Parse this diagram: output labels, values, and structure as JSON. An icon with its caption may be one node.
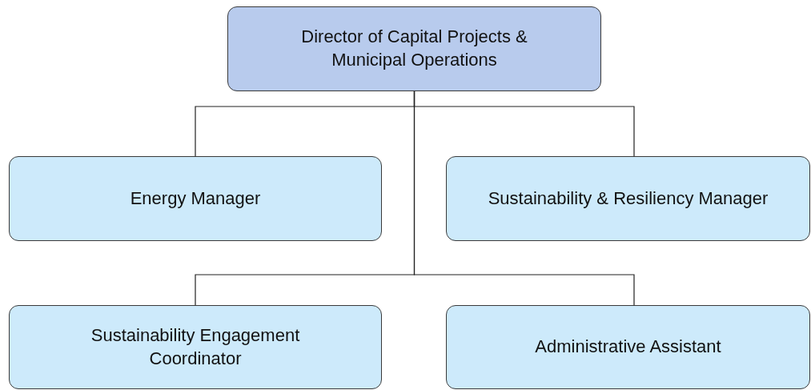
{
  "diagram": {
    "nodes": [
      {
        "text": [
          "Director of Capital Projects & Municipal Operations"
        ]
      },
      {
        "text": [
          "Energy Manager"
        ]
      },
      {
        "text": [
          "Sustainability & Resiliency Manager"
        ]
      },
      {
        "text": [
          "Sustainability Engagement Coordinator"
        ]
      },
      {
        "text": [
          "Administrative Assistant"
        ]
      }
    ],
    "edges": [
      {
        "from": 0,
        "to": 1,
        "arrow": "none"
      },
      {
        "from": 0,
        "to": 2,
        "arrow": "none"
      },
      {
        "from": 0,
        "to": 3,
        "arrow": "none"
      },
      {
        "from": 0,
        "to": 4,
        "arrow": "none"
      }
    ]
  }
}
